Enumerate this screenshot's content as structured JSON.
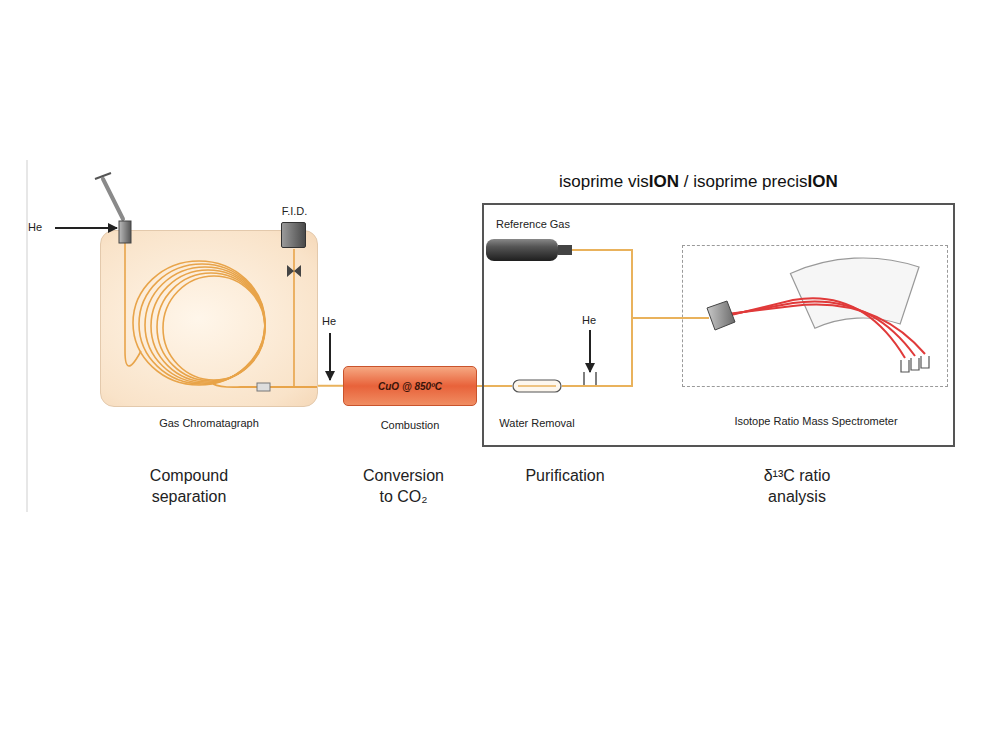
{
  "diagram": {
    "nodes": [
      {
        "text": [
          "Gas Chromatagraph"
        ]
      },
      {
        "text": [
          "F.I.D."
        ],
        "in": 0
      },
      {
        "text": [
          "CuO @ 850ºC",
          "Combustion"
        ]
      },
      {
        "text": [
          "isoprime visION / isoprime precisION"
        ]
      },
      {
        "text": [
          "Reference Gas"
        ],
        "in": 3
      },
      {
        "text": [
          "Water Removal"
        ],
        "in": 3
      },
      {
        "text": [
          "Isotope Ratio Mass Spectrometer"
        ],
        "in": 3
      }
    ],
    "edges": [
      {
        "from": 0,
        "to": 2,
        "arrow": "none"
      },
      {
        "from": 2,
        "to": 5,
        "arrow": "none"
      },
      {
        "from": 5,
        "to": 6,
        "arrow": "none"
      },
      {
        "from": 4,
        "to": 6,
        "arrow": "none"
      }
    ],
    "labels": [
      "He",
      "He",
      "He",
      "Compound separation",
      "Conversion to CO₂",
      "Purification",
      "δ¹³C ratio analysis"
    ]
  }
}
